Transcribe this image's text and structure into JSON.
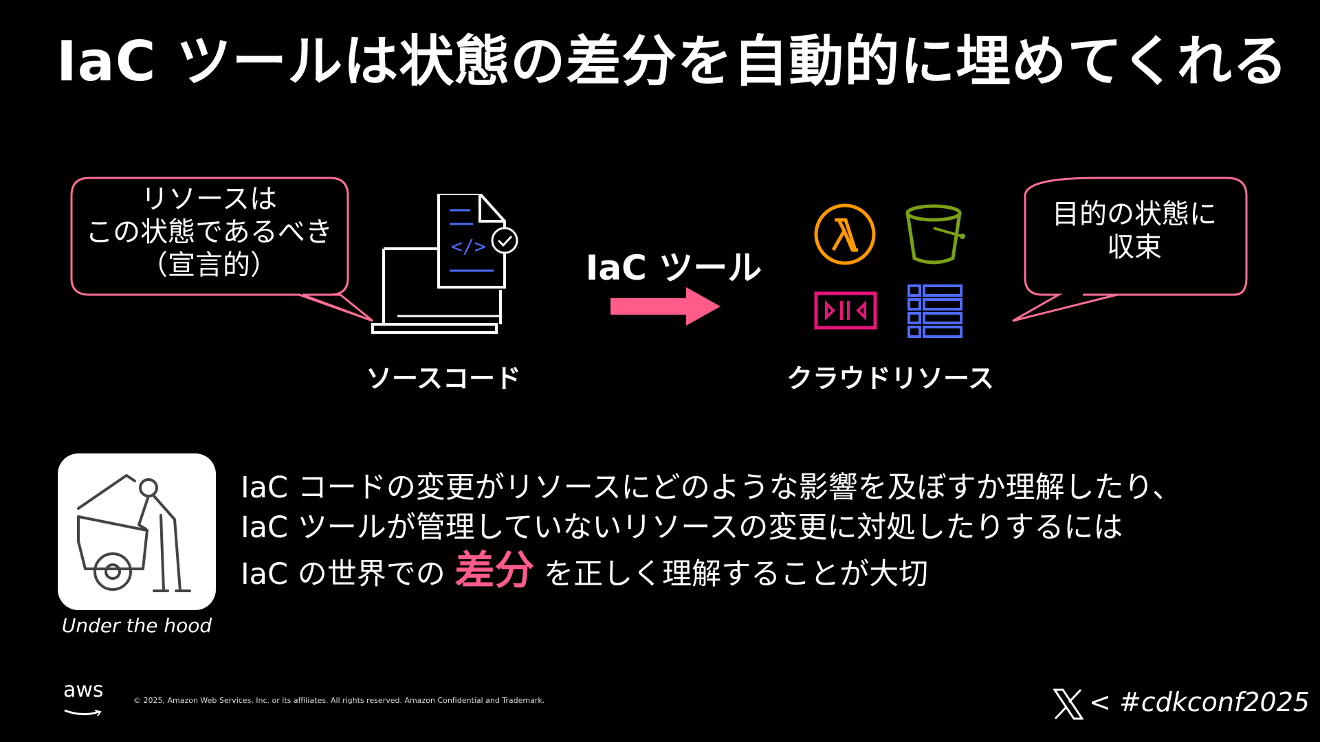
{
  "title": "IaC ツールは状態の差分を自動的に埋めてくれる",
  "left_bubble": {
    "lines": [
      "リソースは",
      "この状態であるべき",
      "（宣言的）"
    ]
  },
  "right_bubble": {
    "lines": [
      "目的の状態に",
      "収束"
    ]
  },
  "source_code_label": "ソースコード",
  "arrow_label": "IaC ツール",
  "cloud_resources_label": "クラウドリソース",
  "resource_icons": [
    "lambda-icon",
    "s3-bucket-icon",
    "kinesis-stream-icon",
    "database-table-icon"
  ],
  "hood": {
    "caption": "Under the hood",
    "icon": "mechanic-icon"
  },
  "body": {
    "line1": "IaC コードの変更がリソースにどのような影響を及ぼすか理解したり、",
    "line2": "IaC ツールが管理していないリソースの変更に対処したりするには",
    "line3_before": "IaC の世界での ",
    "line3_accent": "差分",
    "line3_after": " を正しく理解することが大切"
  },
  "footer": {
    "aws_logo_text": "aws",
    "copyright": "© 2025, Amazon Web Services, Inc. or its affiliates. All rights reserved. Amazon Confidential and Trademark.",
    "hashtag": "< #cdkconf2025"
  },
  "colors": {
    "accent_pink": "#ff5c8a",
    "bubble_border": "#ff6f95",
    "lambda_orange": "#ff9900",
    "s3_green": "#7aa116",
    "kinesis_pink": "#e7157b",
    "table_blue": "#4d6bfe",
    "code_blue": "#4d6bfe"
  }
}
